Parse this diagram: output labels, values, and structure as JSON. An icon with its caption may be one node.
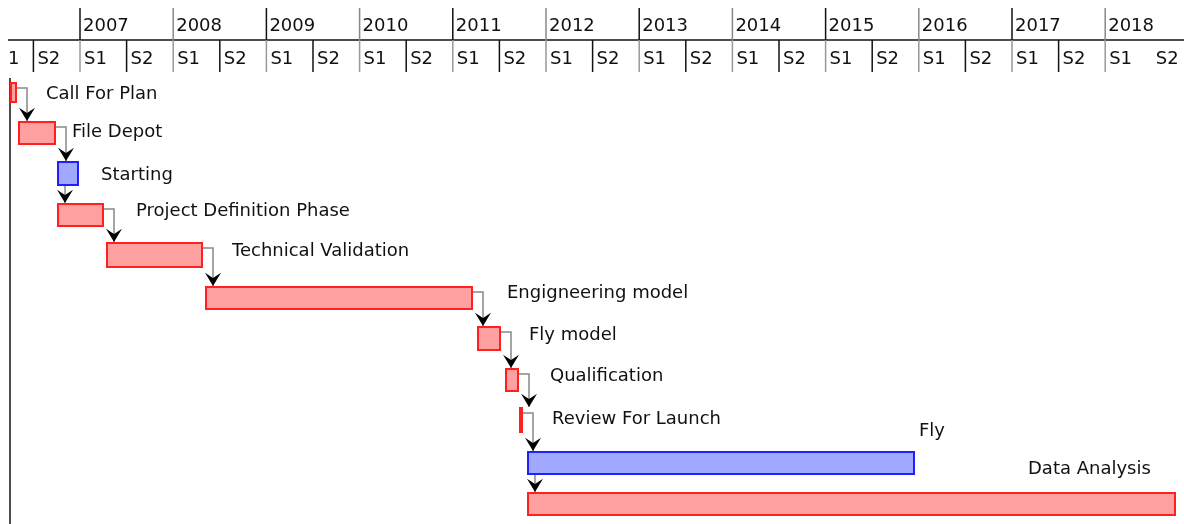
{
  "diagram": {
    "nodes": [
      {
        "text": [],
        "shape": "bar",
        "beside": [
          "Call For Plan"
        ]
      },
      {
        "text": [],
        "shape": "bar",
        "beside": [
          "File Depot"
        ]
      },
      {
        "text": [],
        "shape": "bar",
        "beside": [
          "Starting"
        ]
      },
      {
        "text": [],
        "shape": "bar",
        "beside": [
          "Project Definition Phase"
        ]
      },
      {
        "text": [],
        "shape": "bar",
        "beside": [
          "Technical Validation"
        ]
      },
      {
        "text": [],
        "shape": "bar",
        "beside": [
          "Engigneering model"
        ]
      },
      {
        "text": [],
        "shape": "bar",
        "beside": [
          "Fly model"
        ]
      },
      {
        "text": [],
        "shape": "bar",
        "beside": [
          "Qualification"
        ]
      },
      {
        "text": [],
        "shape": "bar",
        "beside": [
          "Review For Launch"
        ]
      },
      {
        "text": [],
        "shape": "bar",
        "beside": [
          "Fly"
        ]
      },
      {
        "text": [],
        "shape": "bar",
        "beside": [
          "Data Analysis"
        ]
      }
    ],
    "edges": [
      {
        "from": 0,
        "to": 1,
        "arrow": "to"
      },
      {
        "from": 1,
        "to": 2,
        "arrow": "to"
      },
      {
        "from": 2,
        "to": 3,
        "arrow": "to"
      },
      {
        "from": 3,
        "to": 4,
        "arrow": "to"
      },
      {
        "from": 4,
        "to": 5,
        "arrow": "to"
      },
      {
        "from": 5,
        "to": 6,
        "arrow": "to"
      },
      {
        "from": 6,
        "to": 7,
        "arrow": "to"
      },
      {
        "from": 7,
        "to": 8,
        "arrow": "to"
      },
      {
        "from": 8,
        "to": 9,
        "arrow": "to"
      },
      {
        "from": 9,
        "to": 10,
        "arrow": "to"
      }
    ],
    "labels": [
      "2007",
      "2008",
      "2009",
      "2010",
      "2011",
      "2012",
      "2013",
      "2014",
      "2015",
      "2016",
      "2017",
      "2018",
      "1",
      "S2",
      "S1",
      "S2",
      "S1",
      "S2",
      "S1",
      "S2",
      "S1",
      "S2",
      "S1",
      "S2",
      "S1",
      "S2",
      "S1",
      "S2",
      "S1",
      "S2",
      "S1",
      "S2",
      "S1",
      "S2",
      "S1",
      "S2",
      "S1",
      "S2"
    ]
  }
}
